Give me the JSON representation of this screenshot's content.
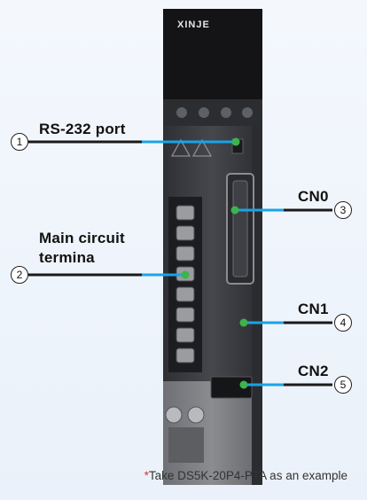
{
  "brand": "XINJE",
  "callouts": [
    {
      "number": "1",
      "label": "RS-232 port"
    },
    {
      "number": "2",
      "label": "Main circuit termina"
    },
    {
      "number": "3",
      "label": "CN0"
    },
    {
      "number": "4",
      "label": "CN1"
    },
    {
      "number": "5",
      "label": "CN2"
    }
  ],
  "footnote": {
    "marker": "*",
    "text": "Take DS5K-20P4-PTA as an example"
  },
  "colors": {
    "leader_black": "#1a1a1a",
    "leader_blue": "#1aa3e8",
    "dot_green": "#3cb44b",
    "body_dark": "#3a3c40",
    "top_black": "#141416"
  }
}
